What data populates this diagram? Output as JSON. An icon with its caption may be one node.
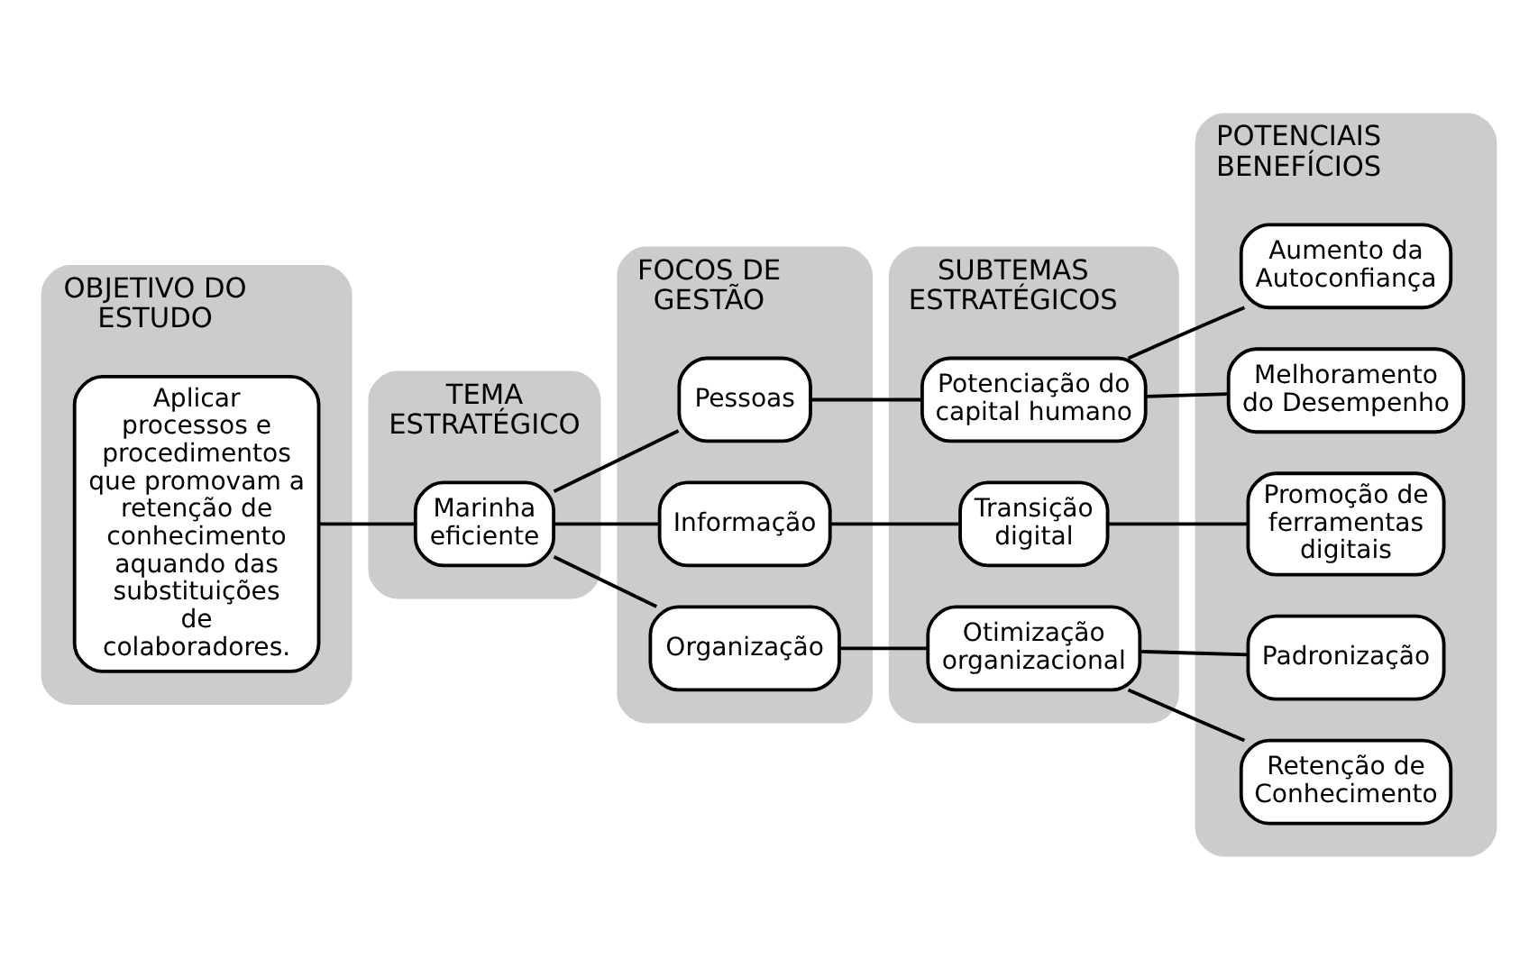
{
  "diagram": {
    "nodes": [
      {
        "text": [
          "OBJETIVO DO ESTUDO"
        ]
      },
      {
        "text": [
          "Aplicar processos e procedimentos que promovam a retenção de conhecimento aquando das substituições de colaboradores."
        ],
        "in": 0
      },
      {
        "text": [
          "TEMA ESTRATÉGICO"
        ]
      },
      {
        "text": [
          "Marinha eficiente"
        ],
        "in": 2
      },
      {
        "text": [
          "FOCOS DE GESTÃO"
        ]
      },
      {
        "text": [
          "Pessoas"
        ],
        "in": 4
      },
      {
        "text": [
          "Informação"
        ],
        "in": 4
      },
      {
        "text": [
          "Organização"
        ],
        "in": 4
      },
      {
        "text": [
          "SUBTEMAS ESTRATÉGICOS"
        ]
      },
      {
        "text": [
          "Potenciação do capital humano"
        ],
        "in": 8
      },
      {
        "text": [
          "Transição digital"
        ],
        "in": 8
      },
      {
        "text": [
          "Otimização organizacional"
        ],
        "in": 8
      },
      {
        "text": [
          "POTENCIAIS BENEFÍCIOS"
        ]
      },
      {
        "text": [
          "Aumento da Autoconfiança"
        ],
        "in": 12
      },
      {
        "text": [
          "Melhoramento do Desempenho"
        ],
        "in": 12
      },
      {
        "text": [
          "Promoção de ferramentas digitais"
        ],
        "in": 12
      },
      {
        "text": [
          "Padronização"
        ],
        "in": 12
      },
      {
        "text": [
          "Retenção de Conhecimento"
        ],
        "in": 12
      }
    ],
    "edges": [
      {
        "from": 1,
        "to": 3,
        "arrow": "none"
      },
      {
        "from": 3,
        "to": 5,
        "arrow": "none"
      },
      {
        "from": 3,
        "to": 6,
        "arrow": "none"
      },
      {
        "from": 3,
        "to": 7,
        "arrow": "none"
      },
      {
        "from": 5,
        "to": 9,
        "arrow": "none"
      },
      {
        "from": 6,
        "to": 10,
        "arrow": "none"
      },
      {
        "from": 7,
        "to": 11,
        "arrow": "none"
      },
      {
        "from": 9,
        "to": 13,
        "arrow": "none"
      },
      {
        "from": 9,
        "to": 14,
        "arrow": "none"
      },
      {
        "from": 10,
        "to": 15,
        "arrow": "none"
      },
      {
        "from": 11,
        "to": 16,
        "arrow": "none"
      },
      {
        "from": 11,
        "to": 17,
        "arrow": "none"
      }
    ]
  }
}
